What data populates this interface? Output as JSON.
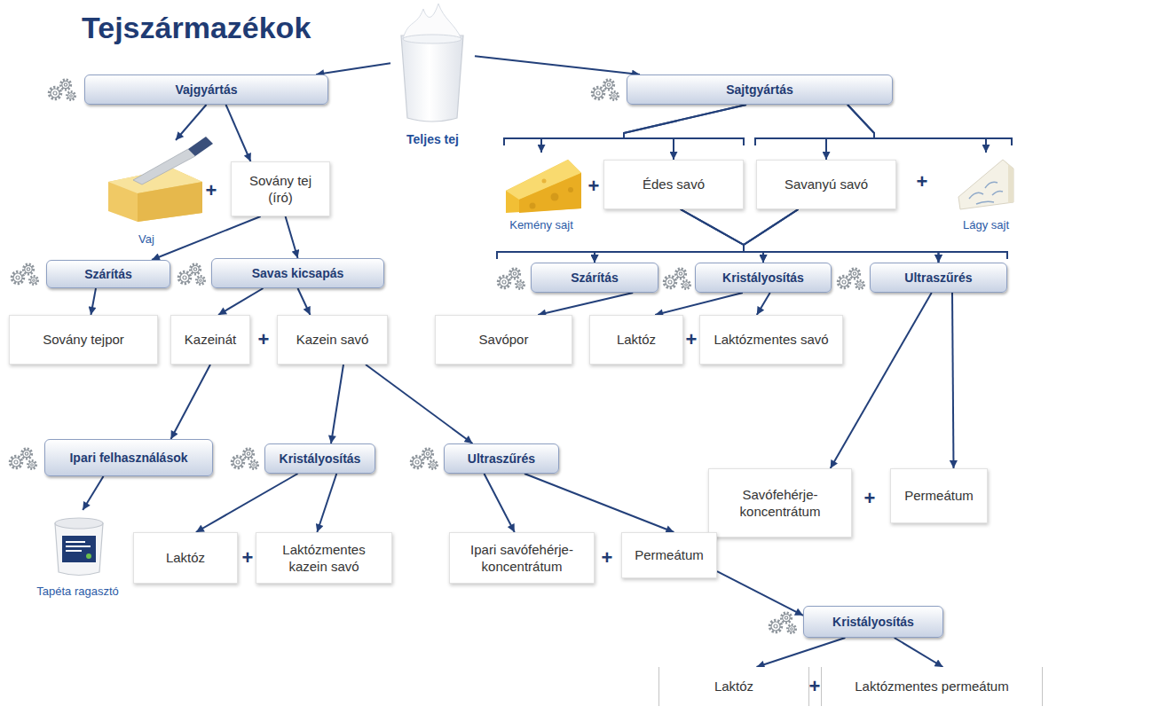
{
  "diagram": {
    "title": "Tejszármazékok",
    "nodes": [
      {
        "text": [
          "Teljes tej"
        ]
      },
      {
        "text": [
          "Vajgyártás"
        ]
      },
      {
        "text": [
          "Sajtgyártás"
        ]
      },
      {
        "text": [
          "Vaj"
        ]
      },
      {
        "text": [
          "Sovány tej (író)"
        ]
      },
      {
        "text": [
          "Kemény sajt"
        ]
      },
      {
        "text": [
          "Édes savó"
        ]
      },
      {
        "text": [
          "Savanyú savó"
        ]
      },
      {
        "text": [
          "Lágy sajt"
        ]
      },
      {
        "text": [
          "Szárítás"
        ]
      },
      {
        "text": [
          "Savas kicsapás"
        ]
      },
      {
        "text": [
          "Szárítás"
        ]
      },
      {
        "text": [
          "Kristályosítás"
        ]
      },
      {
        "text": [
          "Ultraszűrés"
        ]
      },
      {
        "text": [
          "Sovány tejpor"
        ]
      },
      {
        "text": [
          "Kazeinát"
        ]
      },
      {
        "text": [
          "Kazein savó"
        ]
      },
      {
        "text": [
          "Savópor"
        ]
      },
      {
        "text": [
          "Laktóz"
        ]
      },
      {
        "text": [
          "Laktózmentes savó"
        ]
      },
      {
        "text": [
          "Ipari felhasználások"
        ]
      },
      {
        "text": [
          "Kristályosítás"
        ]
      },
      {
        "text": [
          "Ultraszűrés"
        ]
      },
      {
        "text": [
          "Savófehérje-koncentrátum"
        ]
      },
      {
        "text": [
          "Permeátum"
        ]
      },
      {
        "text": [
          "Tapéta ragasztó"
        ]
      },
      {
        "text": [
          "Laktóz"
        ]
      },
      {
        "text": [
          "Laktózmentes kazein savó"
        ]
      },
      {
        "text": [
          "Ipari savófehérje-koncentrátum"
        ]
      },
      {
        "text": [
          "Permeátum"
        ]
      },
      {
        "text": [
          "Kristályosítás"
        ]
      },
      {
        "text": [
          "Laktóz"
        ]
      },
      {
        "text": [
          "Laktózmentes permeátum"
        ]
      }
    ],
    "edges": [
      {
        "from": 0,
        "to": 1,
        "arrow": "to"
      },
      {
        "from": 0,
        "to": 2,
        "arrow": "to"
      },
      {
        "from": 1,
        "to": 3,
        "arrow": "to"
      },
      {
        "from": 1,
        "to": 4,
        "arrow": "to"
      },
      {
        "from": 2,
        "to": 5,
        "arrow": "to"
      },
      {
        "from": 2,
        "to": 6,
        "arrow": "to"
      },
      {
        "from": 2,
        "to": 7,
        "arrow": "to"
      },
      {
        "from": 2,
        "to": 8,
        "arrow": "to"
      },
      {
        "from": 4,
        "to": 9,
        "arrow": "to"
      },
      {
        "from": 4,
        "to": 10,
        "arrow": "to"
      },
      {
        "from": 6,
        "to": 11,
        "arrow": "to"
      },
      {
        "from": 6,
        "to": 12,
        "arrow": "to"
      },
      {
        "from": 6,
        "to": 13,
        "arrow": "to"
      },
      {
        "from": 7,
        "to": 11,
        "arrow": "to"
      },
      {
        "from": 7,
        "to": 12,
        "arrow": "to"
      },
      {
        "from": 7,
        "to": 13,
        "arrow": "to"
      },
      {
        "from": 9,
        "to": 14,
        "arrow": "to"
      },
      {
        "from": 10,
        "to": 15,
        "arrow": "to"
      },
      {
        "from": 10,
        "to": 16,
        "arrow": "to"
      },
      {
        "from": 11,
        "to": 17,
        "arrow": "to"
      },
      {
        "from": 12,
        "to": 18,
        "arrow": "to"
      },
      {
        "from": 12,
        "to": 19,
        "arrow": "to"
      },
      {
        "from": 13,
        "to": 23,
        "arrow": "to"
      },
      {
        "from": 13,
        "to": 24,
        "arrow": "to"
      },
      {
        "from": 15,
        "to": 20,
        "arrow": "to"
      },
      {
        "from": 16,
        "to": 21,
        "arrow": "to"
      },
      {
        "from": 16,
        "to": 22,
        "arrow": "to"
      },
      {
        "from": 20,
        "to": 25,
        "arrow": "to"
      },
      {
        "from": 21,
        "to": 26,
        "arrow": "to"
      },
      {
        "from": 21,
        "to": 27,
        "arrow": "to"
      },
      {
        "from": 22,
        "to": 28,
        "arrow": "to"
      },
      {
        "from": 22,
        "to": 29,
        "arrow": "to"
      },
      {
        "from": 29,
        "to": 30,
        "arrow": "to"
      },
      {
        "from": 30,
        "to": 31,
        "arrow": "to"
      },
      {
        "from": 30,
        "to": 32,
        "arrow": "to"
      }
    ],
    "labels": [
      "+",
      "+",
      "+",
      "+",
      "+",
      "+",
      "+",
      "+",
      "+"
    ]
  }
}
